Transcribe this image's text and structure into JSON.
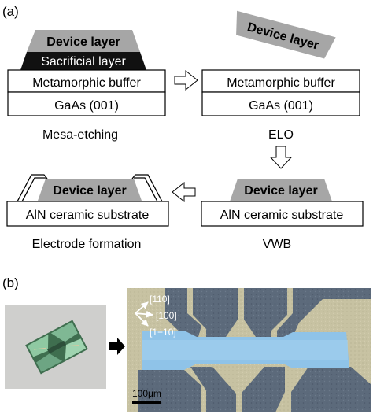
{
  "panel_a": {
    "label": "(a)",
    "device_layer": "Device layer",
    "sacrificial_layer": "Sacrificial layer",
    "metamorphic_buffer": "Metamorphic buffer",
    "gaas": "GaAs (001)",
    "aln_substrate": "AlN ceramic substrate",
    "step_mesa": "Mesa-etching",
    "step_elo": "ELO",
    "step_vwb": "VWB",
    "step_electrode": "Electrode formation"
  },
  "panel_b": {
    "label": "(b)",
    "dir_110": "[110]",
    "dir_100": "[100]",
    "dir_1m10": "[1−10]",
    "scale_bar": "100μm"
  },
  "colors": {
    "device_gray": "#a6a6a6",
    "sacrificial_black": "#111111",
    "micrograph_bg": "#c9c4a4",
    "electrode_slate": "#5a6878",
    "channel_blue": "#8fc3e8"
  }
}
